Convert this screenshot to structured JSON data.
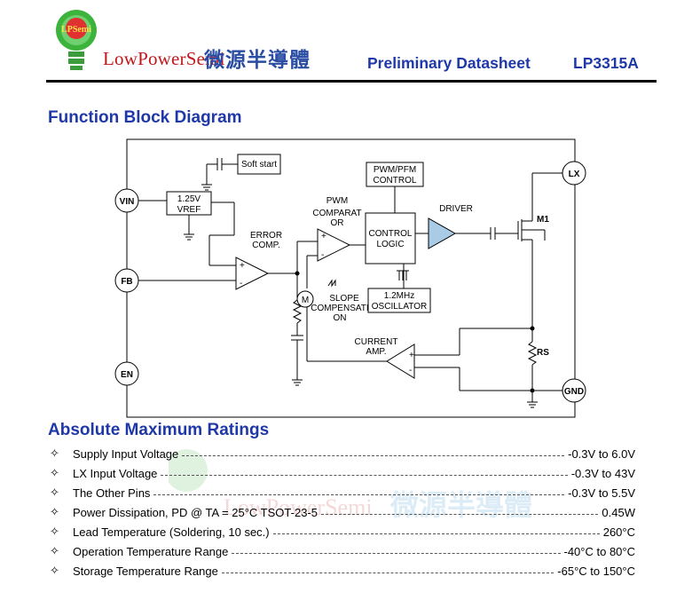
{
  "header": {
    "logo_text": "LPSemi",
    "brand_en": "LowPowerSemi",
    "brand_cn": "微源半導體",
    "doc_label": "Preliminary Datasheet",
    "part_number": "LP3315A"
  },
  "sections": {
    "block_diagram_title": "Function Block Diagram",
    "ratings_title": "Absolute Maximum Ratings"
  },
  "diagram": {
    "pins": {
      "vin": "VIN",
      "fb": "FB",
      "en": "EN",
      "lx": "LX",
      "gnd": "GND"
    },
    "soft_start": "Soft start",
    "vref_1": "1.25V",
    "vref_2": "VREF",
    "error_1": "ERROR",
    "error_2": "COMP.",
    "pwm_comp_1": "PWM",
    "pwm_comp_2": "COMPARAT",
    "pwm_comp_3": "OR",
    "pwm_pfm_1": "PWM/PFM",
    "pwm_pfm_2": "CONTROL",
    "control_1": "CONTROL",
    "control_2": "LOGIC",
    "driver": "DRIVER",
    "m1": "M1",
    "osc_1": "1.2MHz",
    "osc_2": "OSCILLATOR",
    "slope_1": "SLOPE",
    "slope_2": "COMPENSATI",
    "slope_3": "ON",
    "current_1": "CURRENT",
    "current_2": "AMP.",
    "rs": "RS",
    "m_symbol": "M",
    "plus": "+",
    "minus": "-"
  },
  "ratings": [
    {
      "label": "Supply Input Voltage",
      "value": "-0.3V to 6.0V"
    },
    {
      "label": "LX Input Voltage",
      "value": "-0.3V to 43V"
    },
    {
      "label": "The Other Pins",
      "value": "-0.3V to 5.5V"
    },
    {
      "label": "Power Dissipation, PD @ TA = 25°C TSOT-23-5",
      "value": "0.45W"
    },
    {
      "label": "Lead Temperature (Soldering, 10 sec.)",
      "value": "260°C"
    },
    {
      "label": "Operation Temperature Range",
      "value": "-40°C to 80°C"
    },
    {
      "label": "Storage Temperature Range",
      "value": "-65°C to 150°C"
    }
  ],
  "bullet_symbol": "✧",
  "colors": {
    "title_blue": "#1f38a8",
    "brand_red": "#c0161a",
    "brand_cn_blue": "#2a4da3",
    "driver_fill": "#a9cbe6",
    "logo_green": "#3cb43c",
    "logo_red": "#e03030"
  }
}
